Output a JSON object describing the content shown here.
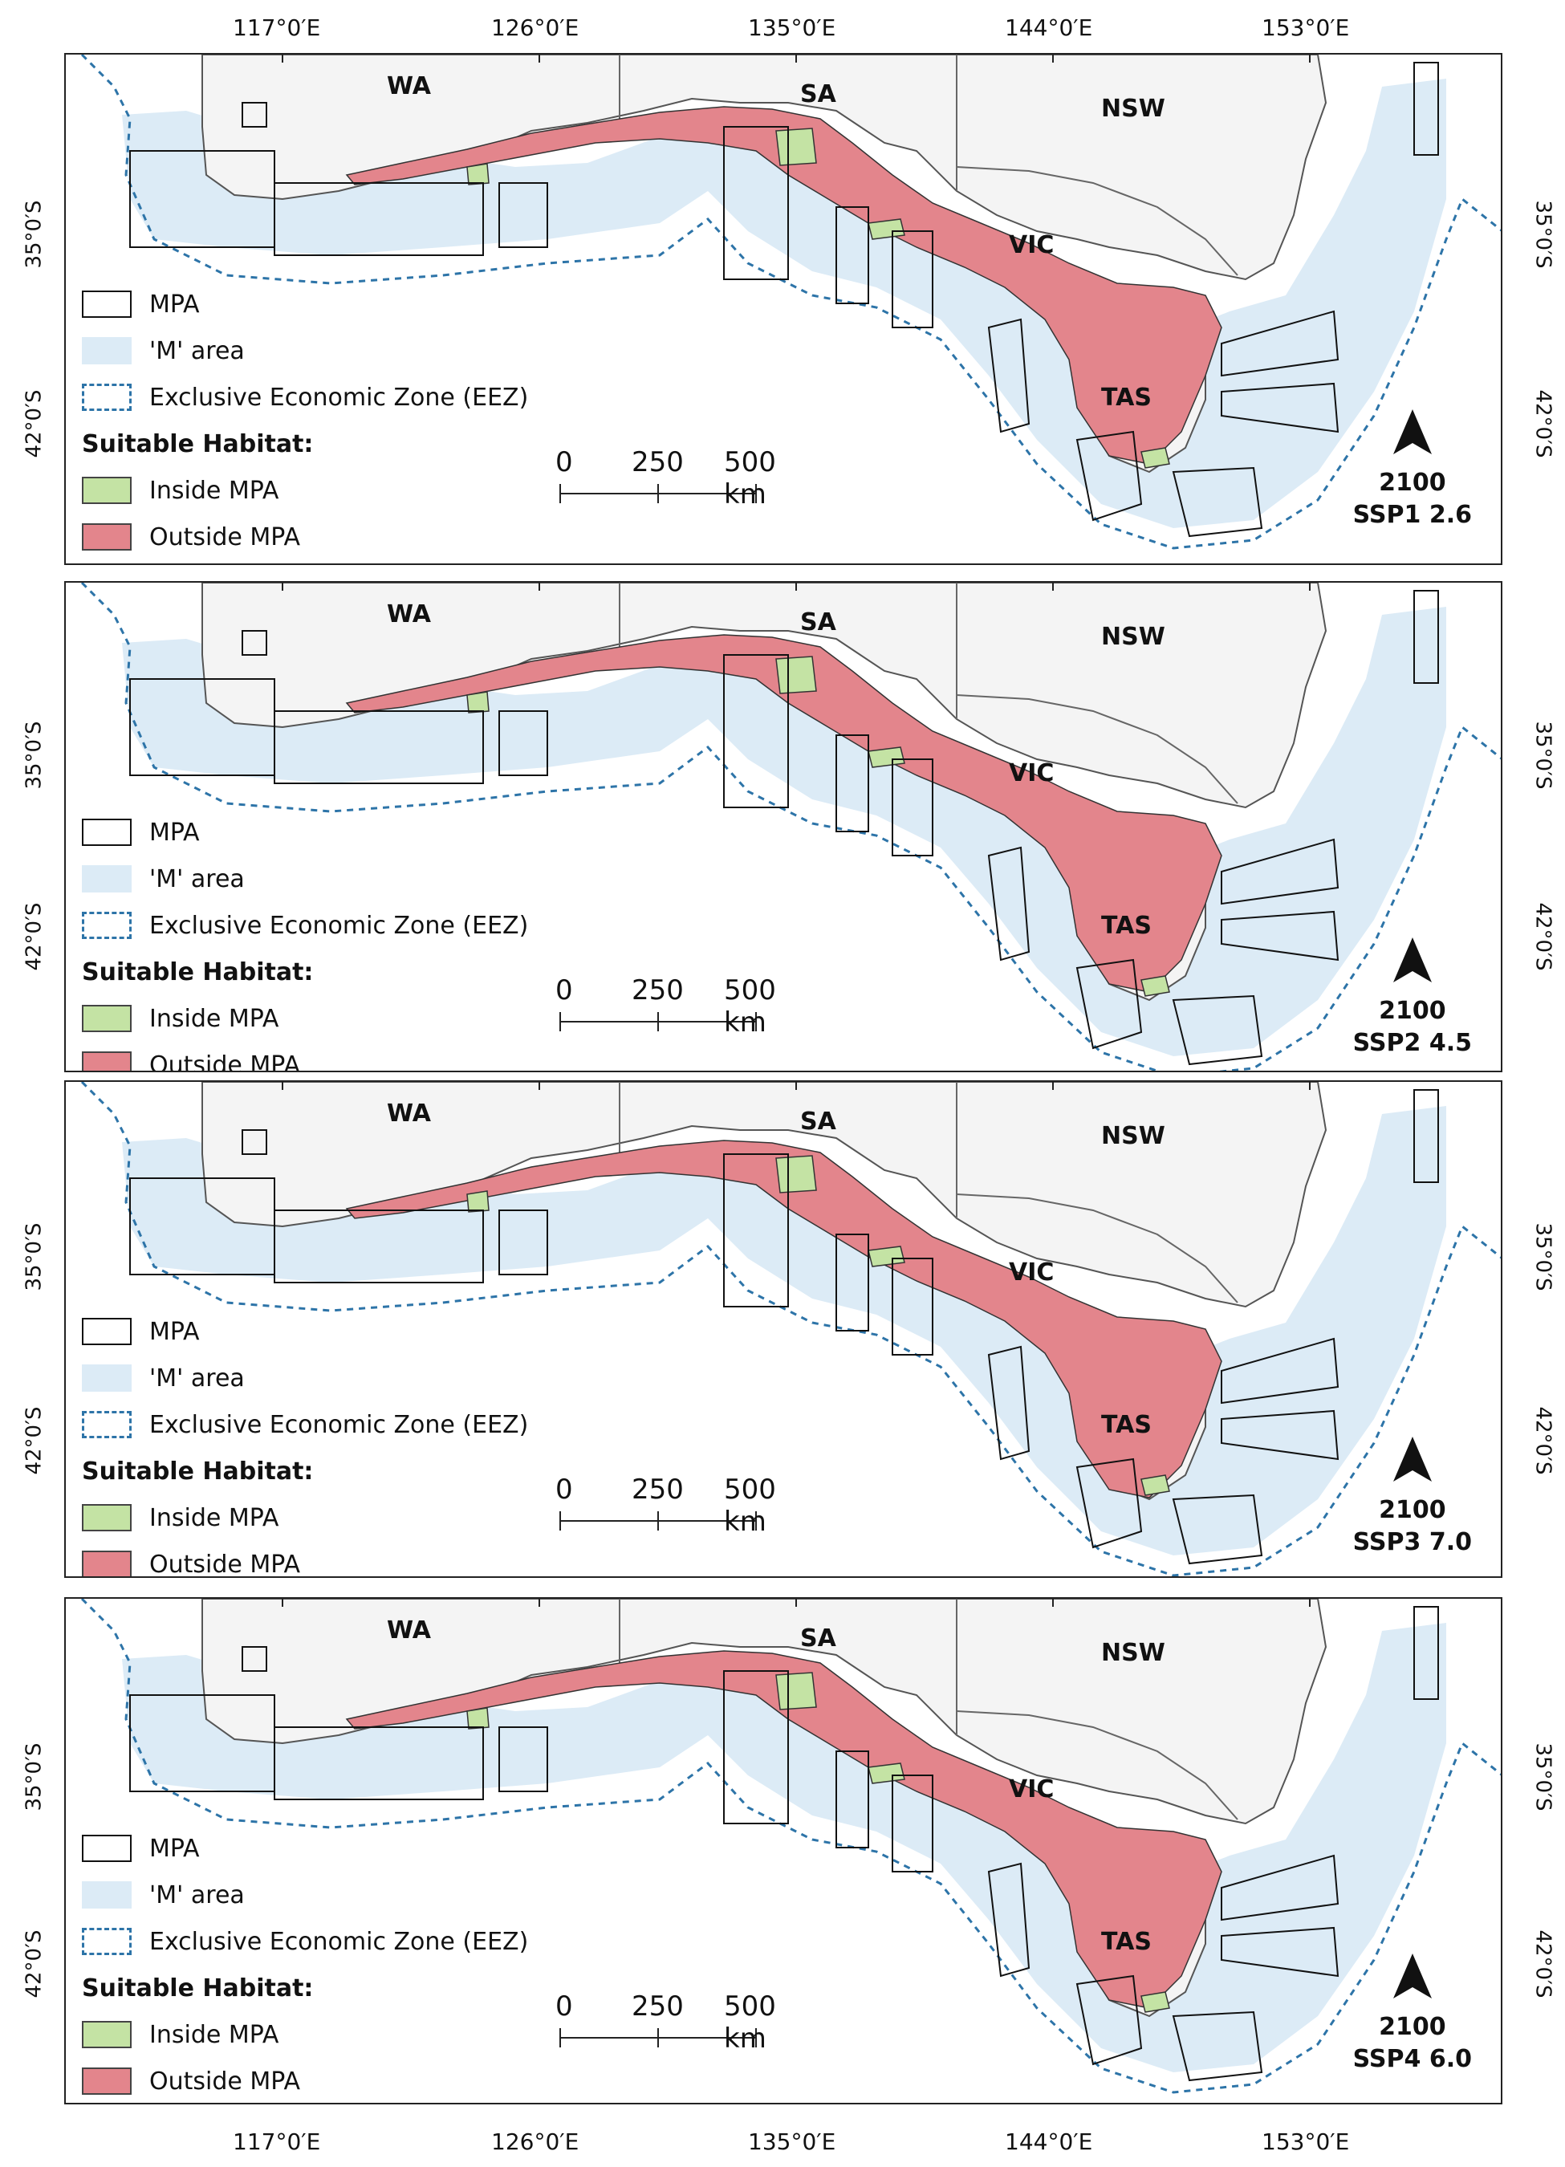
{
  "longitude_labels": [
    "117°0′E",
    "126°0′E",
    "135°0′E",
    "144°0′E",
    "153°0′E"
  ],
  "latitude_labels": [
    "35°0′S",
    "42°0′S"
  ],
  "states": [
    "WA",
    "SA",
    "NSW",
    "VIC",
    "TAS"
  ],
  "legend": {
    "mpa": "MPA",
    "m_area": "'M' area",
    "eez": "Exclusive Economic Zone (EEZ)",
    "habitat_header": "Suitable Habitat:",
    "inside": "Inside MPA",
    "outside": "Outside MPA"
  },
  "scale": {
    "zero": "0",
    "mid": "250",
    "end": "500 km"
  },
  "colors": {
    "land": "#f4f4f4",
    "m_area": "#dcebf6",
    "eez_line": "#2d74a8",
    "inside_mpa": "#c4e3a4",
    "outside_mpa": "#e3858c"
  },
  "panels": [
    {
      "year": "2100",
      "scenario": "SSP1 2.6"
    },
    {
      "year": "2100",
      "scenario": "SSP2 4.5"
    },
    {
      "year": "2100",
      "scenario": "SSP3 7.0"
    },
    {
      "year": "2100",
      "scenario": "SSP4 6.0"
    }
  ]
}
